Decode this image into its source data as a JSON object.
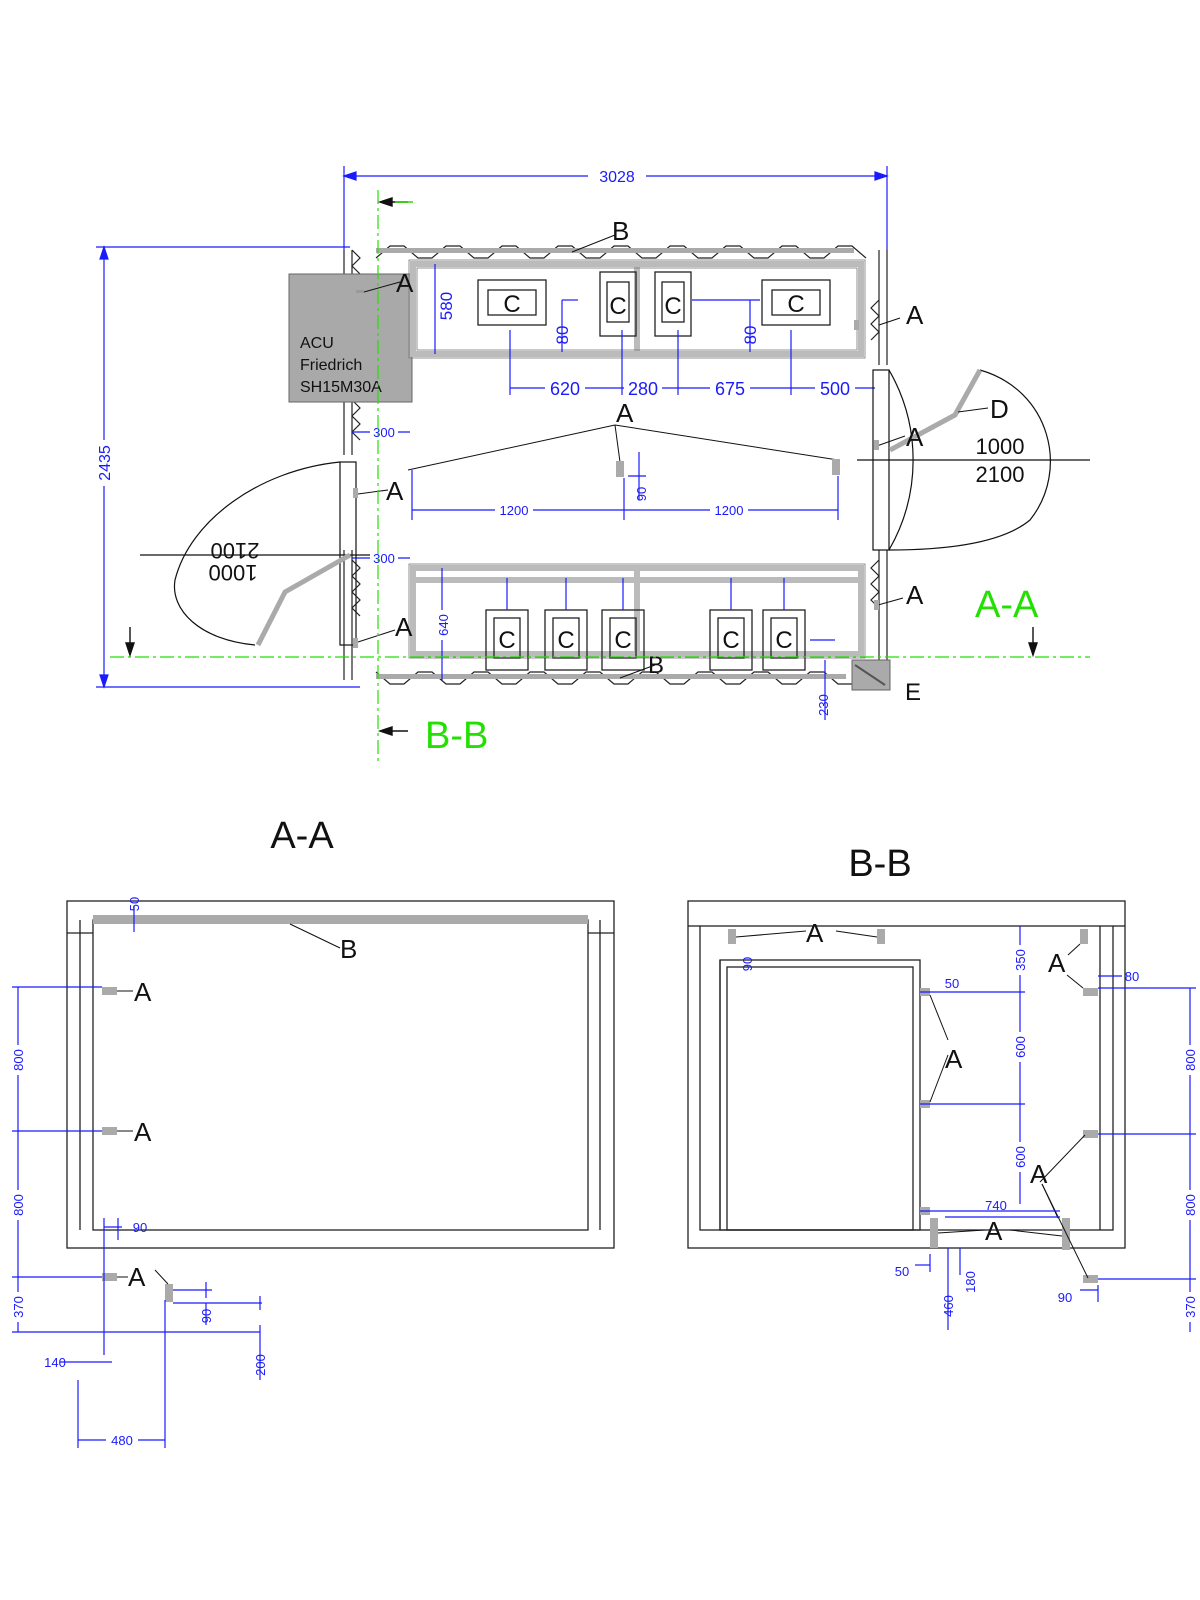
{
  "plan": {
    "overall_width": "3028",
    "overall_height": "2435",
    "acu": {
      "line1": "ACU",
      "line2": "Friedrich",
      "line3": "SH15M30A"
    },
    "rack_c": "C",
    "rack_dims_top": [
      "620",
      "280",
      "675",
      "500"
    ],
    "rack_80a": "80",
    "rack_80b": "80",
    "dim_580": "580",
    "dim_640": "640",
    "dim_300a": "300",
    "dim_300b": "300",
    "dim_1200a": "1200",
    "dim_1200b": "1200",
    "dim_90": "90",
    "dim_230": "230",
    "door_right": {
      "w": "1000",
      "h": "2100"
    },
    "door_left": {
      "w": "1000",
      "h": "2100"
    },
    "label_a": "A",
    "label_b": "B",
    "label_d": "D",
    "label_e": "E",
    "section_aa": "A-A",
    "section_bb": "B-B"
  },
  "section_aa": {
    "title": "A-A",
    "dims": [
      "50",
      "800",
      "800",
      "370",
      "90",
      "90",
      "140",
      "480",
      "200"
    ]
  },
  "section_bb": {
    "title": "B-B",
    "dims_left": [
      "90",
      "50",
      "350",
      "600",
      "600",
      "740",
      "50",
      "460",
      "180"
    ],
    "dims_right": [
      "80",
      "800",
      "800",
      "370",
      "90"
    ]
  },
  "colors": {
    "dim": "#1a1aff",
    "section": "#22e000",
    "part": "#aaaaaa",
    "acu": "#a9a9a9"
  }
}
